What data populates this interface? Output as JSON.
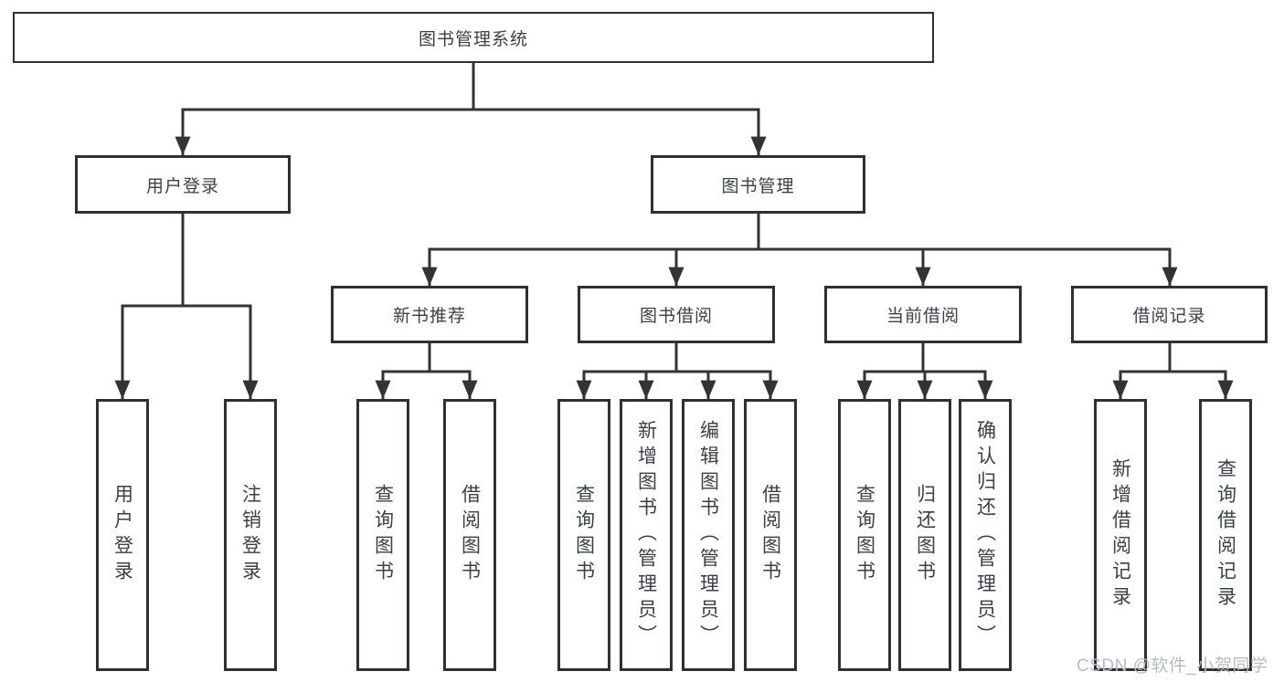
{
  "watermark": "CSDN @软件_小贺同学",
  "colors": {
    "box_border": "#2e3033",
    "connector_line": "#333333",
    "text": "#3c4046",
    "watermark": "#b7bbc1",
    "background": "#ffffff"
  },
  "tree": {
    "label": "图书管理系统",
    "children": [
      {
        "label": "用户登录",
        "children": [
          {
            "label": "用户登录"
          },
          {
            "label": "注销登录"
          }
        ]
      },
      {
        "label": "图书管理",
        "children": [
          {
            "label": "新书推荐",
            "children": [
              {
                "label": "查询图书"
              },
              {
                "label": "借阅图书"
              }
            ]
          },
          {
            "label": "图书借阅",
            "children": [
              {
                "label": "查询图书"
              },
              {
                "label": "新增图书（管理员）"
              },
              {
                "label": "编辑图书（管理员）"
              },
              {
                "label": "借阅图书"
              }
            ]
          },
          {
            "label": "当前借阅",
            "children": [
              {
                "label": "查询图书"
              },
              {
                "label": "归还图书"
              },
              {
                "label": "确认归还（管理员）"
              }
            ]
          },
          {
            "label": "借阅记录",
            "children": [
              {
                "label": "新增借阅记录"
              },
              {
                "label": "查询借阅记录"
              }
            ]
          }
        ]
      }
    ]
  }
}
